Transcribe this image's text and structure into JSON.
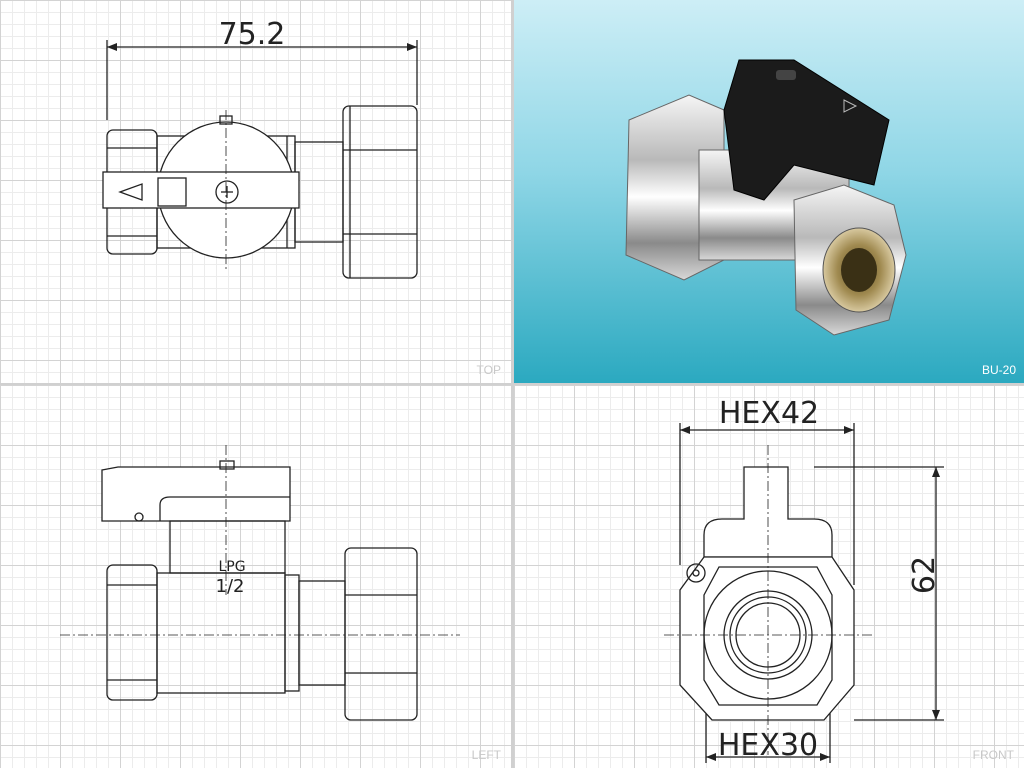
{
  "views": {
    "top": {
      "label": "TOP",
      "dimension": "75.2"
    },
    "photo": {
      "label": "BU-20"
    },
    "left": {
      "label": "LEFT",
      "marking_line1": "LPG",
      "marking_line2": "1/2"
    },
    "front": {
      "label": "FRONT",
      "hex_top": "HEX42",
      "hex_bottom": "HEX30",
      "height": "62"
    }
  },
  "colors": {
    "line": "#222222",
    "grid_major": "#d3d3d3",
    "grid_minor": "#ececec",
    "photo_bg": "#2ba9c0"
  }
}
